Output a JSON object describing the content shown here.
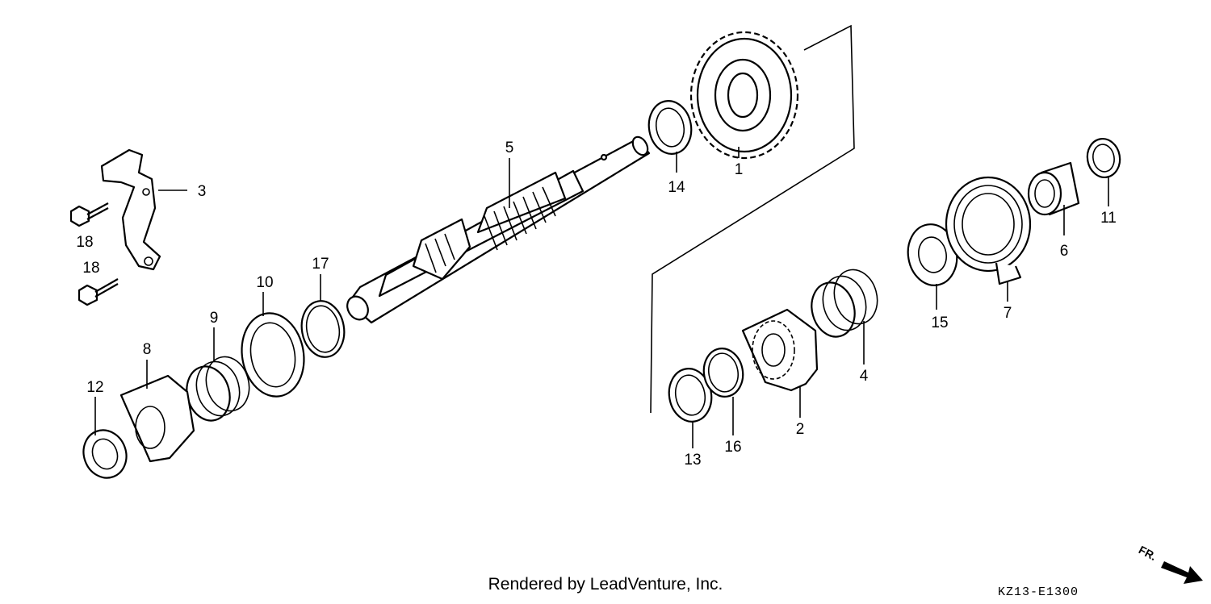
{
  "diagram": {
    "parts": [
      {
        "id": "1",
        "label": "1"
      },
      {
        "id": "2",
        "label": "2"
      },
      {
        "id": "3",
        "label": "3"
      },
      {
        "id": "4",
        "label": "4"
      },
      {
        "id": "5",
        "label": "5"
      },
      {
        "id": "6",
        "label": "6"
      },
      {
        "id": "7",
        "label": "7"
      },
      {
        "id": "8",
        "label": "8"
      },
      {
        "id": "9",
        "label": "9"
      },
      {
        "id": "10",
        "label": "10"
      },
      {
        "id": "11",
        "label": "11"
      },
      {
        "id": "12",
        "label": "12"
      },
      {
        "id": "13",
        "label": "13"
      },
      {
        "id": "14",
        "label": "14"
      },
      {
        "id": "15",
        "label": "15"
      },
      {
        "id": "16",
        "label": "16"
      },
      {
        "id": "17",
        "label": "17"
      },
      {
        "id": "18a",
        "label": "18"
      },
      {
        "id": "18b",
        "label": "18"
      }
    ]
  },
  "footer": {
    "credit": "Rendered by LeadVenture, Inc.",
    "code": "KZ13-E1300",
    "direction": "FR."
  }
}
